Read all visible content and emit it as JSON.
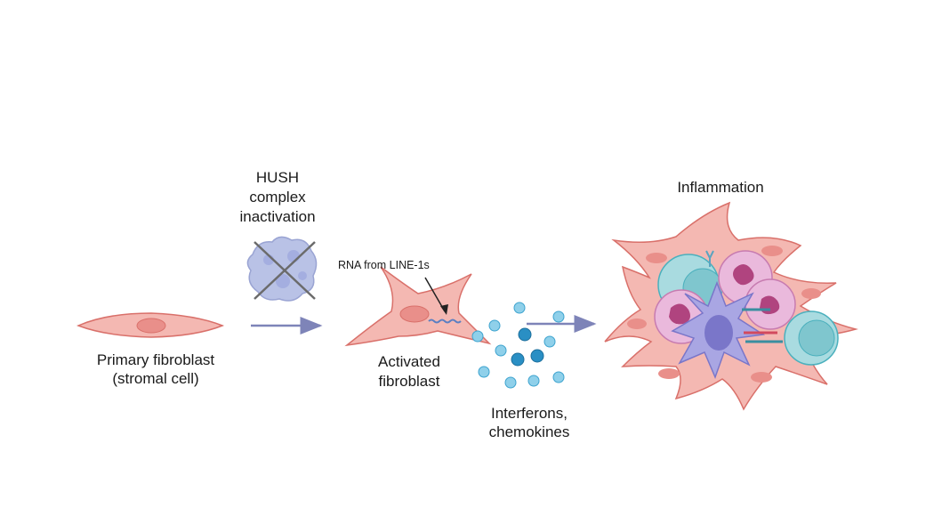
{
  "labels": {
    "primary_line1": "Primary fibroblast",
    "primary_line2": "(stromal cell)",
    "hush_line1": "HUSH",
    "hush_line2": "complex",
    "hush_line3": "inactivation",
    "rna": "RNA from LINE-1s",
    "activated_line1": "Activated",
    "activated_line2": "fibroblast",
    "interferons_line1": "Interferons,",
    "interferons_line2": "chemokines",
    "inflammation": "Inflammation"
  },
  "colors": {
    "fibroblast_fill": "#f4b8b2",
    "fibroblast_stroke": "#d9706a",
    "nucleus_fill": "#e98f8a",
    "hush_fill": "#b9c2e6",
    "cross": "#6b6b6b",
    "arrow": "#7e84b8",
    "cytokine_dark": "#2a8fc4",
    "cytokine_light": "#8fd0ea",
    "neutrophil_fill": "#eab9dc",
    "neutrophil_nucleus": "#b0447f",
    "lymphocyte_fill": "#a9dbe0",
    "lymphocyte_nucleus": "#4bb0bd",
    "dendritic_fill": "#a9a6e3",
    "dendritic_nucleus": "#7a76c9"
  }
}
